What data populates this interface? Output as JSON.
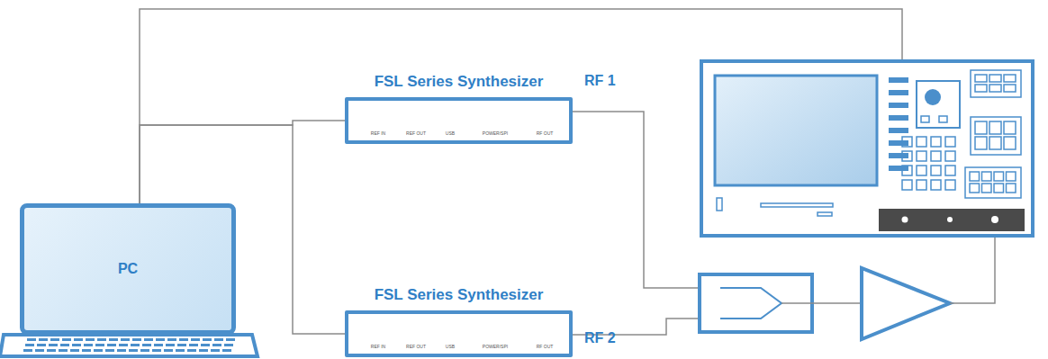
{
  "diagram": {
    "nodes": [
      {
        "text": [
          "FSL Series Synthesizer",
          "REF IN",
          "REF OUT",
          "USB",
          "POWER/SPI",
          "RF OUT"
        ]
      },
      {
        "text": [
          "PC"
        ]
      },
      {
        "text": [
          "FSL Series Synthesizer",
          "REF IN",
          "REF OUT",
          "USB",
          "POWER/SPI",
          "RF OUT"
        ]
      }
    ],
    "edges": [
      {
        "from": 1,
        "to": 0,
        "arrow": "none"
      },
      {
        "from": 1,
        "to": 2,
        "arrow": "none"
      }
    ],
    "labels": [
      "RF 1",
      "RF 2"
    ]
  }
}
